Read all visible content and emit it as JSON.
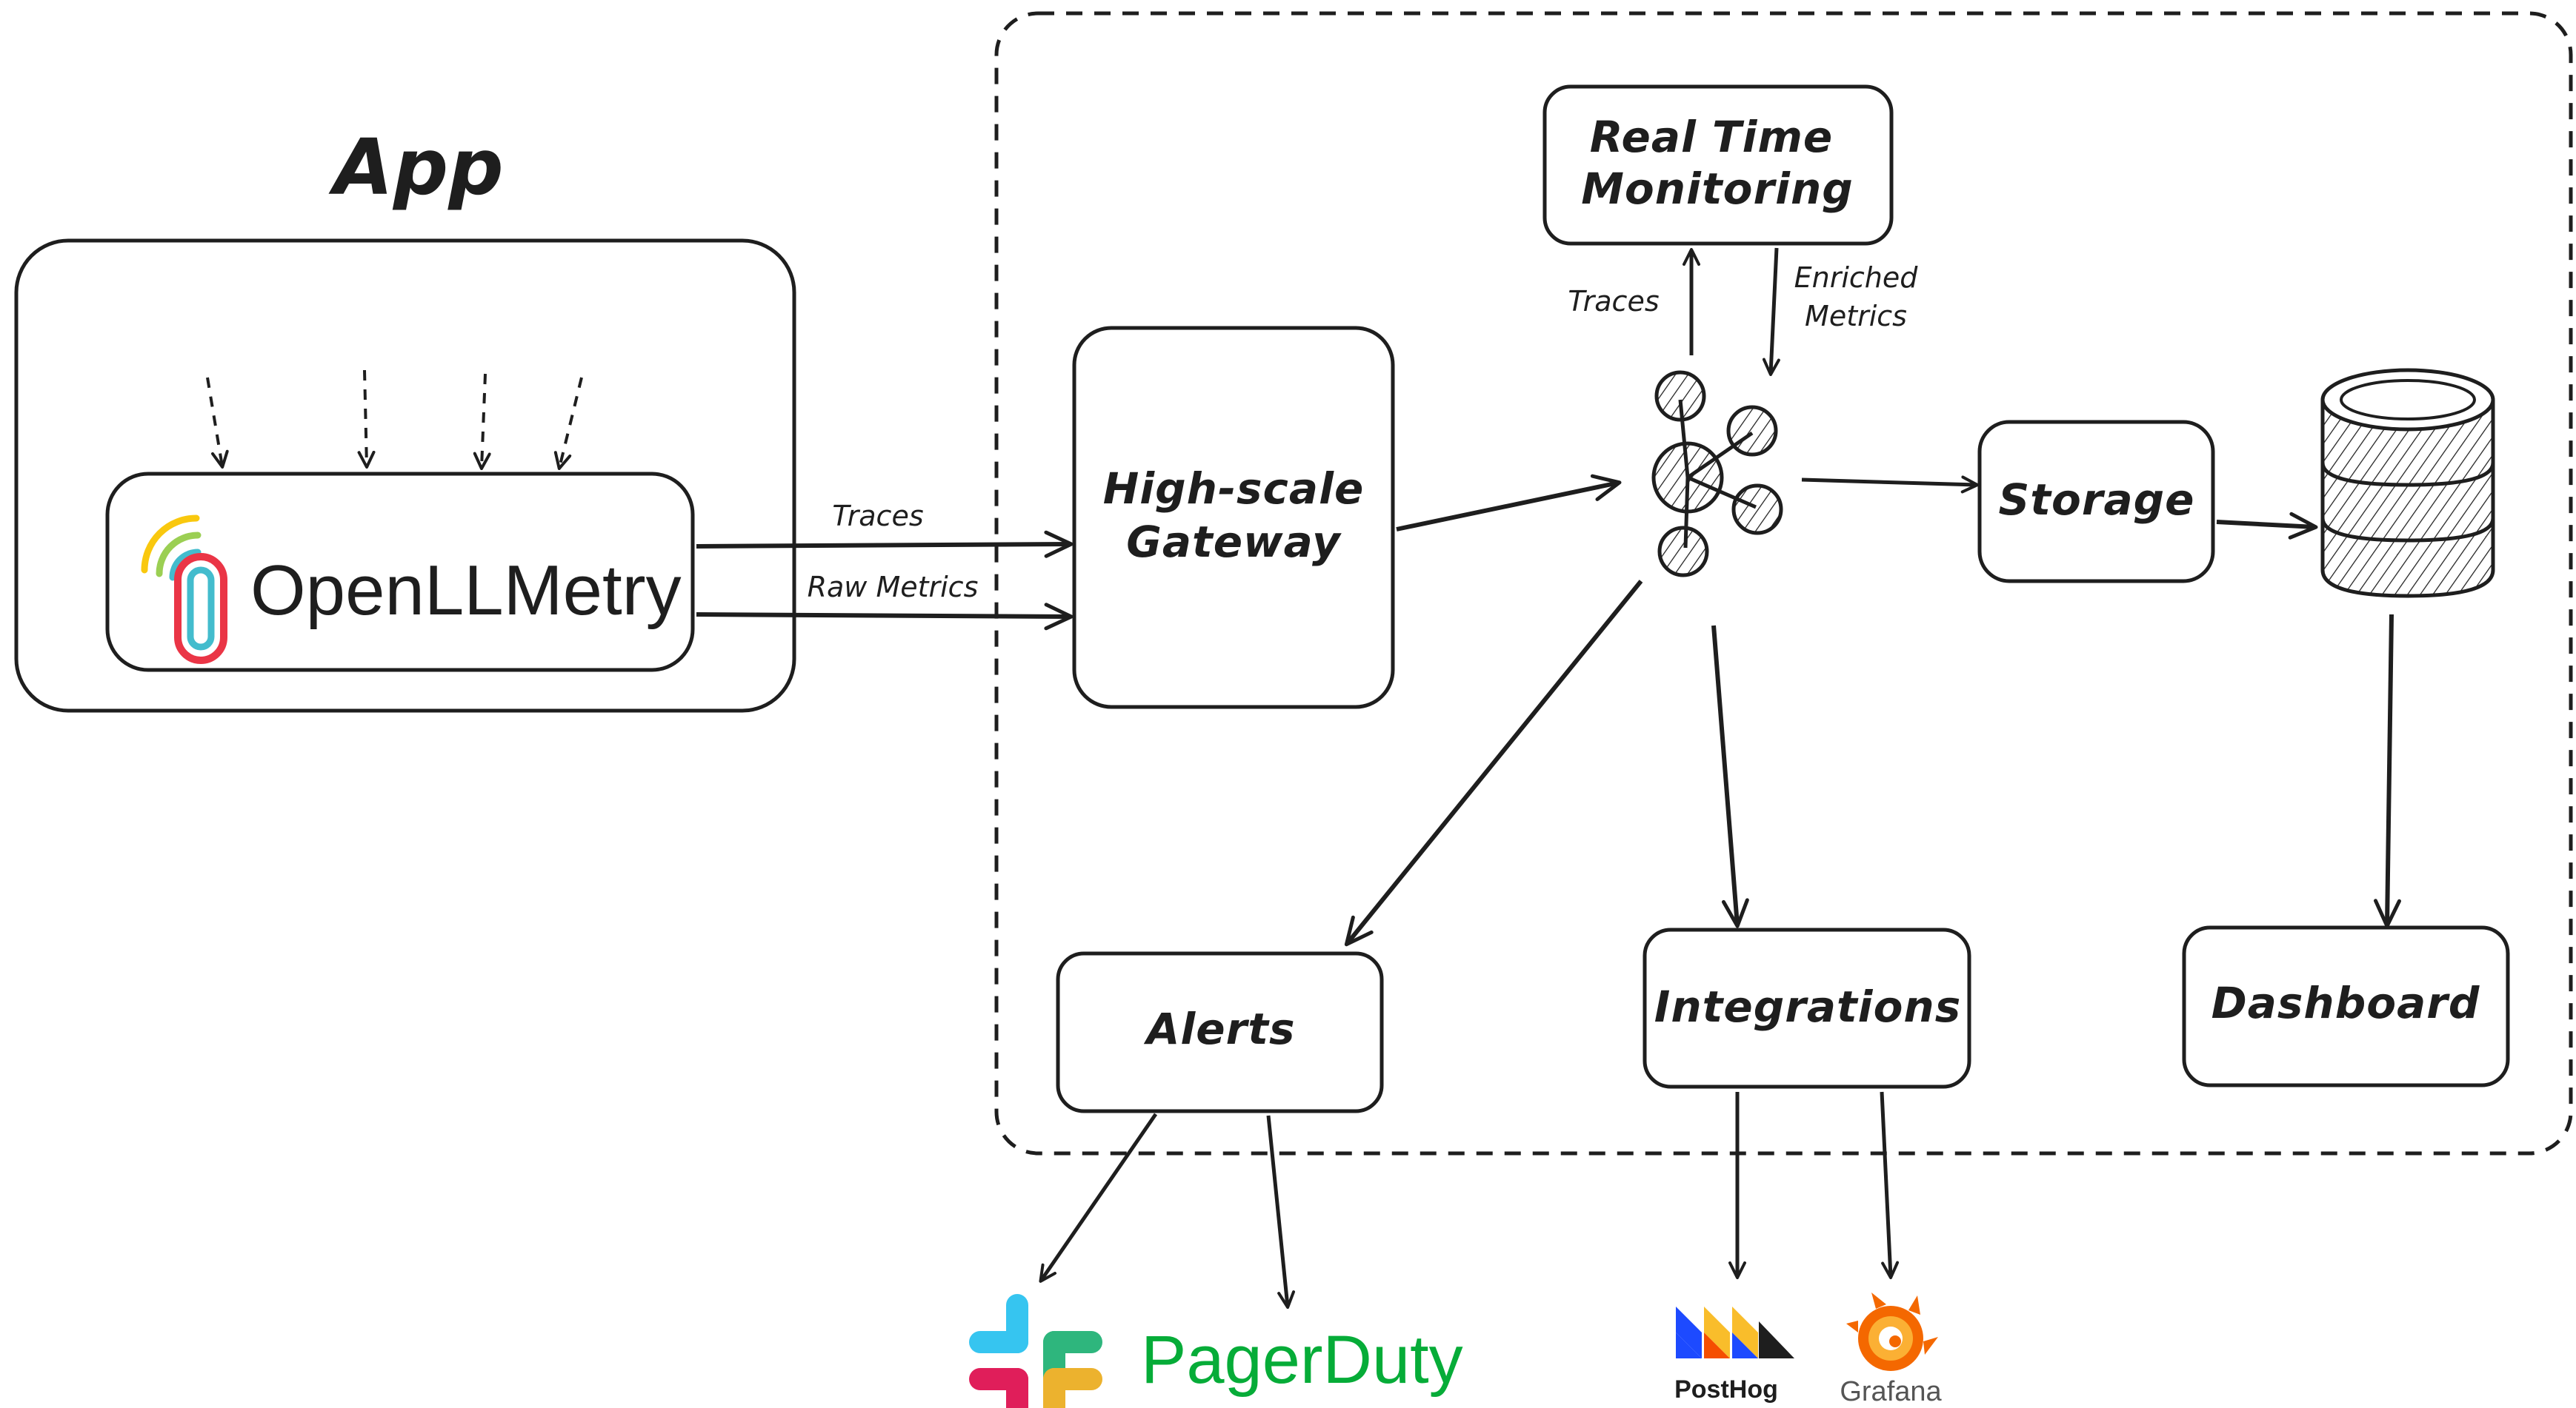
{
  "app_container": {
    "title": "App",
    "sdk_logo_text": "OpenLLMetry"
  },
  "edges": {
    "traces": "Traces",
    "raw_metrics": "Raw Metrics",
    "monitor_traces": "Traces",
    "enriched_line1": "Enriched",
    "enriched_line2": "Metrics"
  },
  "nodes": {
    "gateway_line1": "High-scale",
    "gateway_line2": "Gateway",
    "realtime_line1": "Real Time",
    "realtime_line2": "Monitoring",
    "storage": "Storage",
    "alerts": "Alerts",
    "integrations": "Integrations",
    "dashboard": "Dashboard"
  },
  "destinations": {
    "pagerduty": "PagerDuty",
    "posthog": "PostHog",
    "grafana": "Grafana"
  },
  "colors": {
    "stroke": "#1e1e1e",
    "slack_blue": "#36C5F0",
    "slack_green": "#2EB67D",
    "slack_yellow": "#ECB22E",
    "slack_red": "#E01E5A",
    "pagerduty_green": "#06AC38",
    "grafana_orange": "#F46800",
    "posthog_blue": "#1D4AFF",
    "posthog_yellow": "#F9BD2B",
    "posthog_red": "#F54E00"
  },
  "icons": [
    "hub-network-icon",
    "database-icon",
    "slack-icon",
    "pagerduty-logo",
    "posthog-icon",
    "grafana-icon",
    "openllmetry-icon"
  ]
}
